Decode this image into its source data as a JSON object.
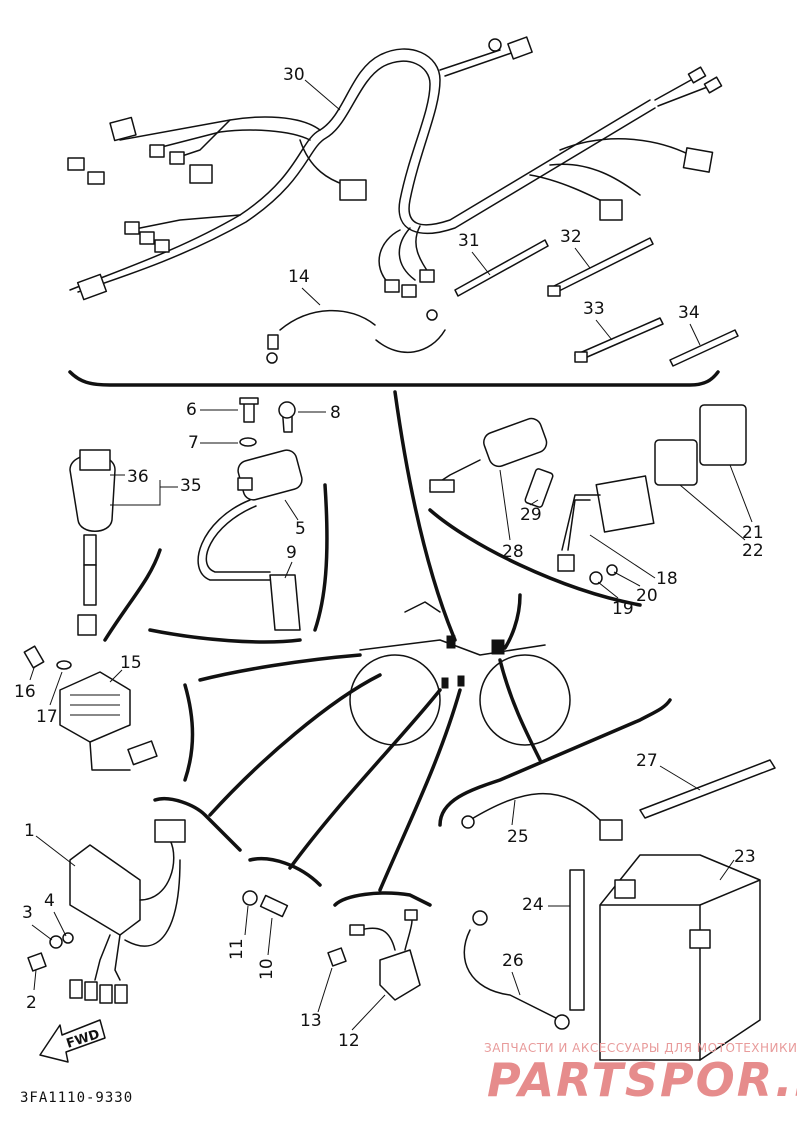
{
  "diagram": {
    "drawing_code": "3FA1110-9330",
    "fwd_label": "FWD",
    "callouts": {
      "p1": "1",
      "p2": "2",
      "p3": "3",
      "p4": "4",
      "p5": "5",
      "p6": "6",
      "p7": "7",
      "p8": "8",
      "p9": "9",
      "p10": "10",
      "p11": "11",
      "p12": "12",
      "p13": "13",
      "p14": "14",
      "p15": "15",
      "p16": "16",
      "p17": "17",
      "p18": "18",
      "p19": "19",
      "p20": "20",
      "p21": "21",
      "p22": "22",
      "p23": "23",
      "p24": "24",
      "p25": "25",
      "p26": "26",
      "p27": "27",
      "p28": "28",
      "p29": "29",
      "p30": "30",
      "p31": "31",
      "p32": "32",
      "p33": "33",
      "p34": "34",
      "p35": "35",
      "p36": "36"
    }
  },
  "watermark": {
    "line1": "ЗАПЧАСТИ И АКСЕССУАРЫ ДЛЯ МОТОТЕХНИКИ",
    "line2": "PARTSPOR.RU"
  },
  "colors": {
    "ink": "#111111",
    "watermark": "#e68c8c",
    "background": "#ffffff"
  }
}
